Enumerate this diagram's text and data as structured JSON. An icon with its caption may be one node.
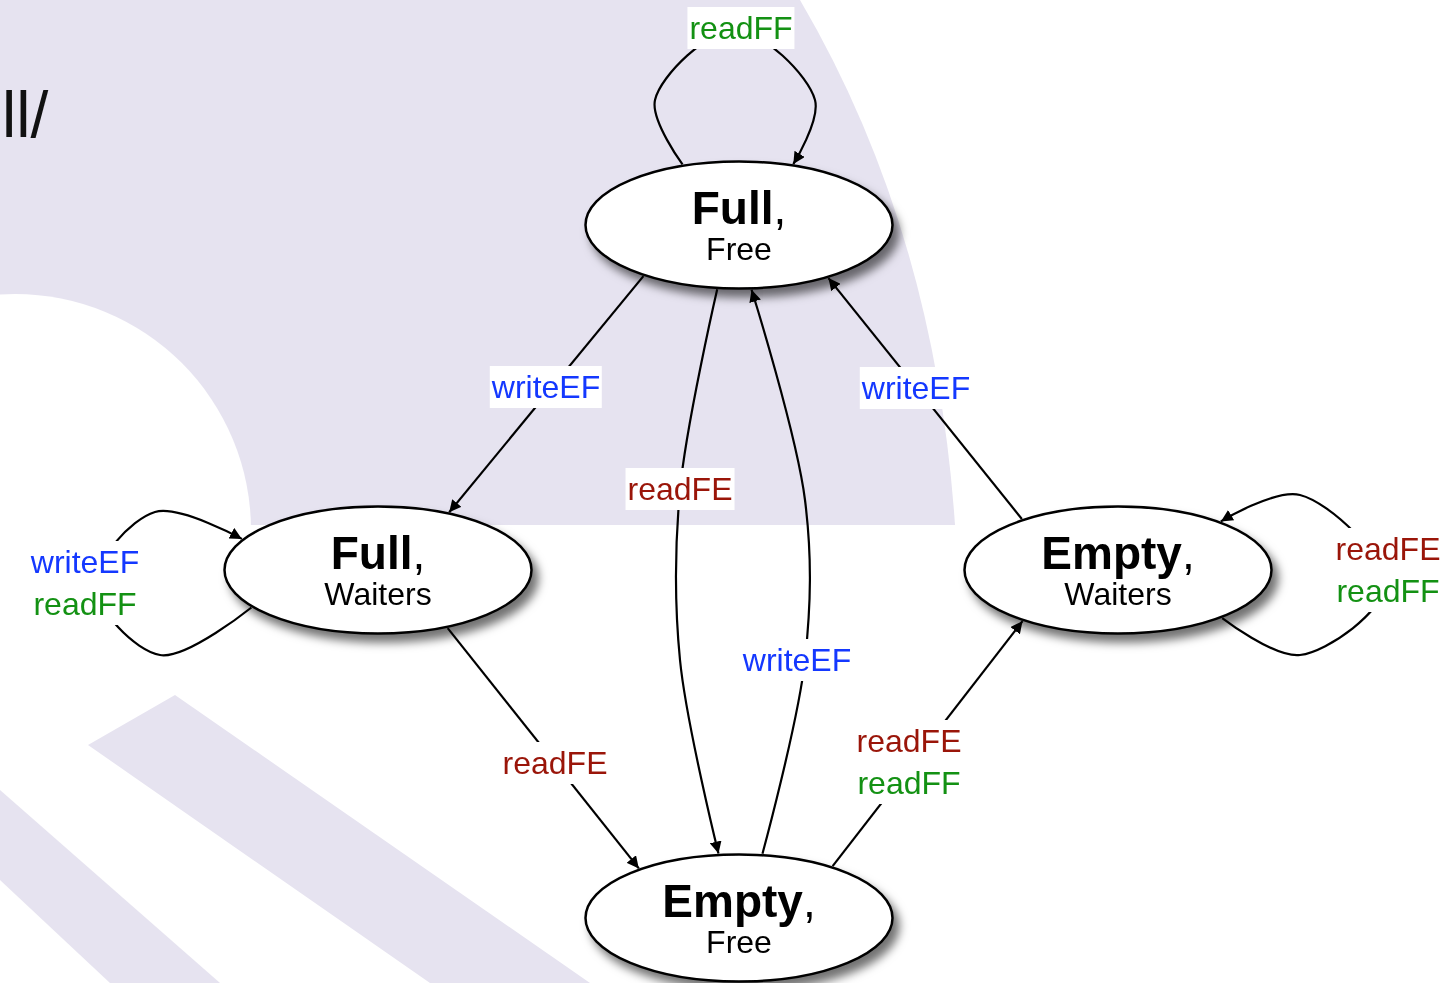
{
  "diagram": {
    "nodes": [
      {
        "text": [
          "**Full**,",
          "Free"
        ]
      },
      {
        "text": [
          "**Full**,",
          "Waiters"
        ]
      },
      {
        "text": [
          "**Empty**,",
          "Waiters"
        ]
      },
      {
        "text": [
          "**Empty**,",
          "Free"
        ]
      }
    ],
    "edges": [
      {
        "from": 0,
        "to": 0,
        "arrow": "to",
        "label": "readFF"
      },
      {
        "from": 0,
        "to": 1,
        "arrow": "to",
        "label": "writeEF"
      },
      {
        "from": 0,
        "to": 3,
        "arrow": "to",
        "label": "readFE"
      },
      {
        "from": 3,
        "to": 0,
        "arrow": "to",
        "label": "writeEF"
      },
      {
        "from": 2,
        "to": 0,
        "arrow": "to",
        "label": "writeEF"
      },
      {
        "from": 1,
        "to": 1,
        "arrow": "to",
        "label": "writeEF readFF"
      },
      {
        "from": 1,
        "to": 3,
        "arrow": "to",
        "label": "readFE"
      },
      {
        "from": 3,
        "to": 2,
        "arrow": "to",
        "label": "readFE readFF"
      },
      {
        "from": 2,
        "to": 2,
        "arrow": "to",
        "label": "readFE readFF"
      }
    ],
    "labels": [
      "ll/"
    ]
  }
}
